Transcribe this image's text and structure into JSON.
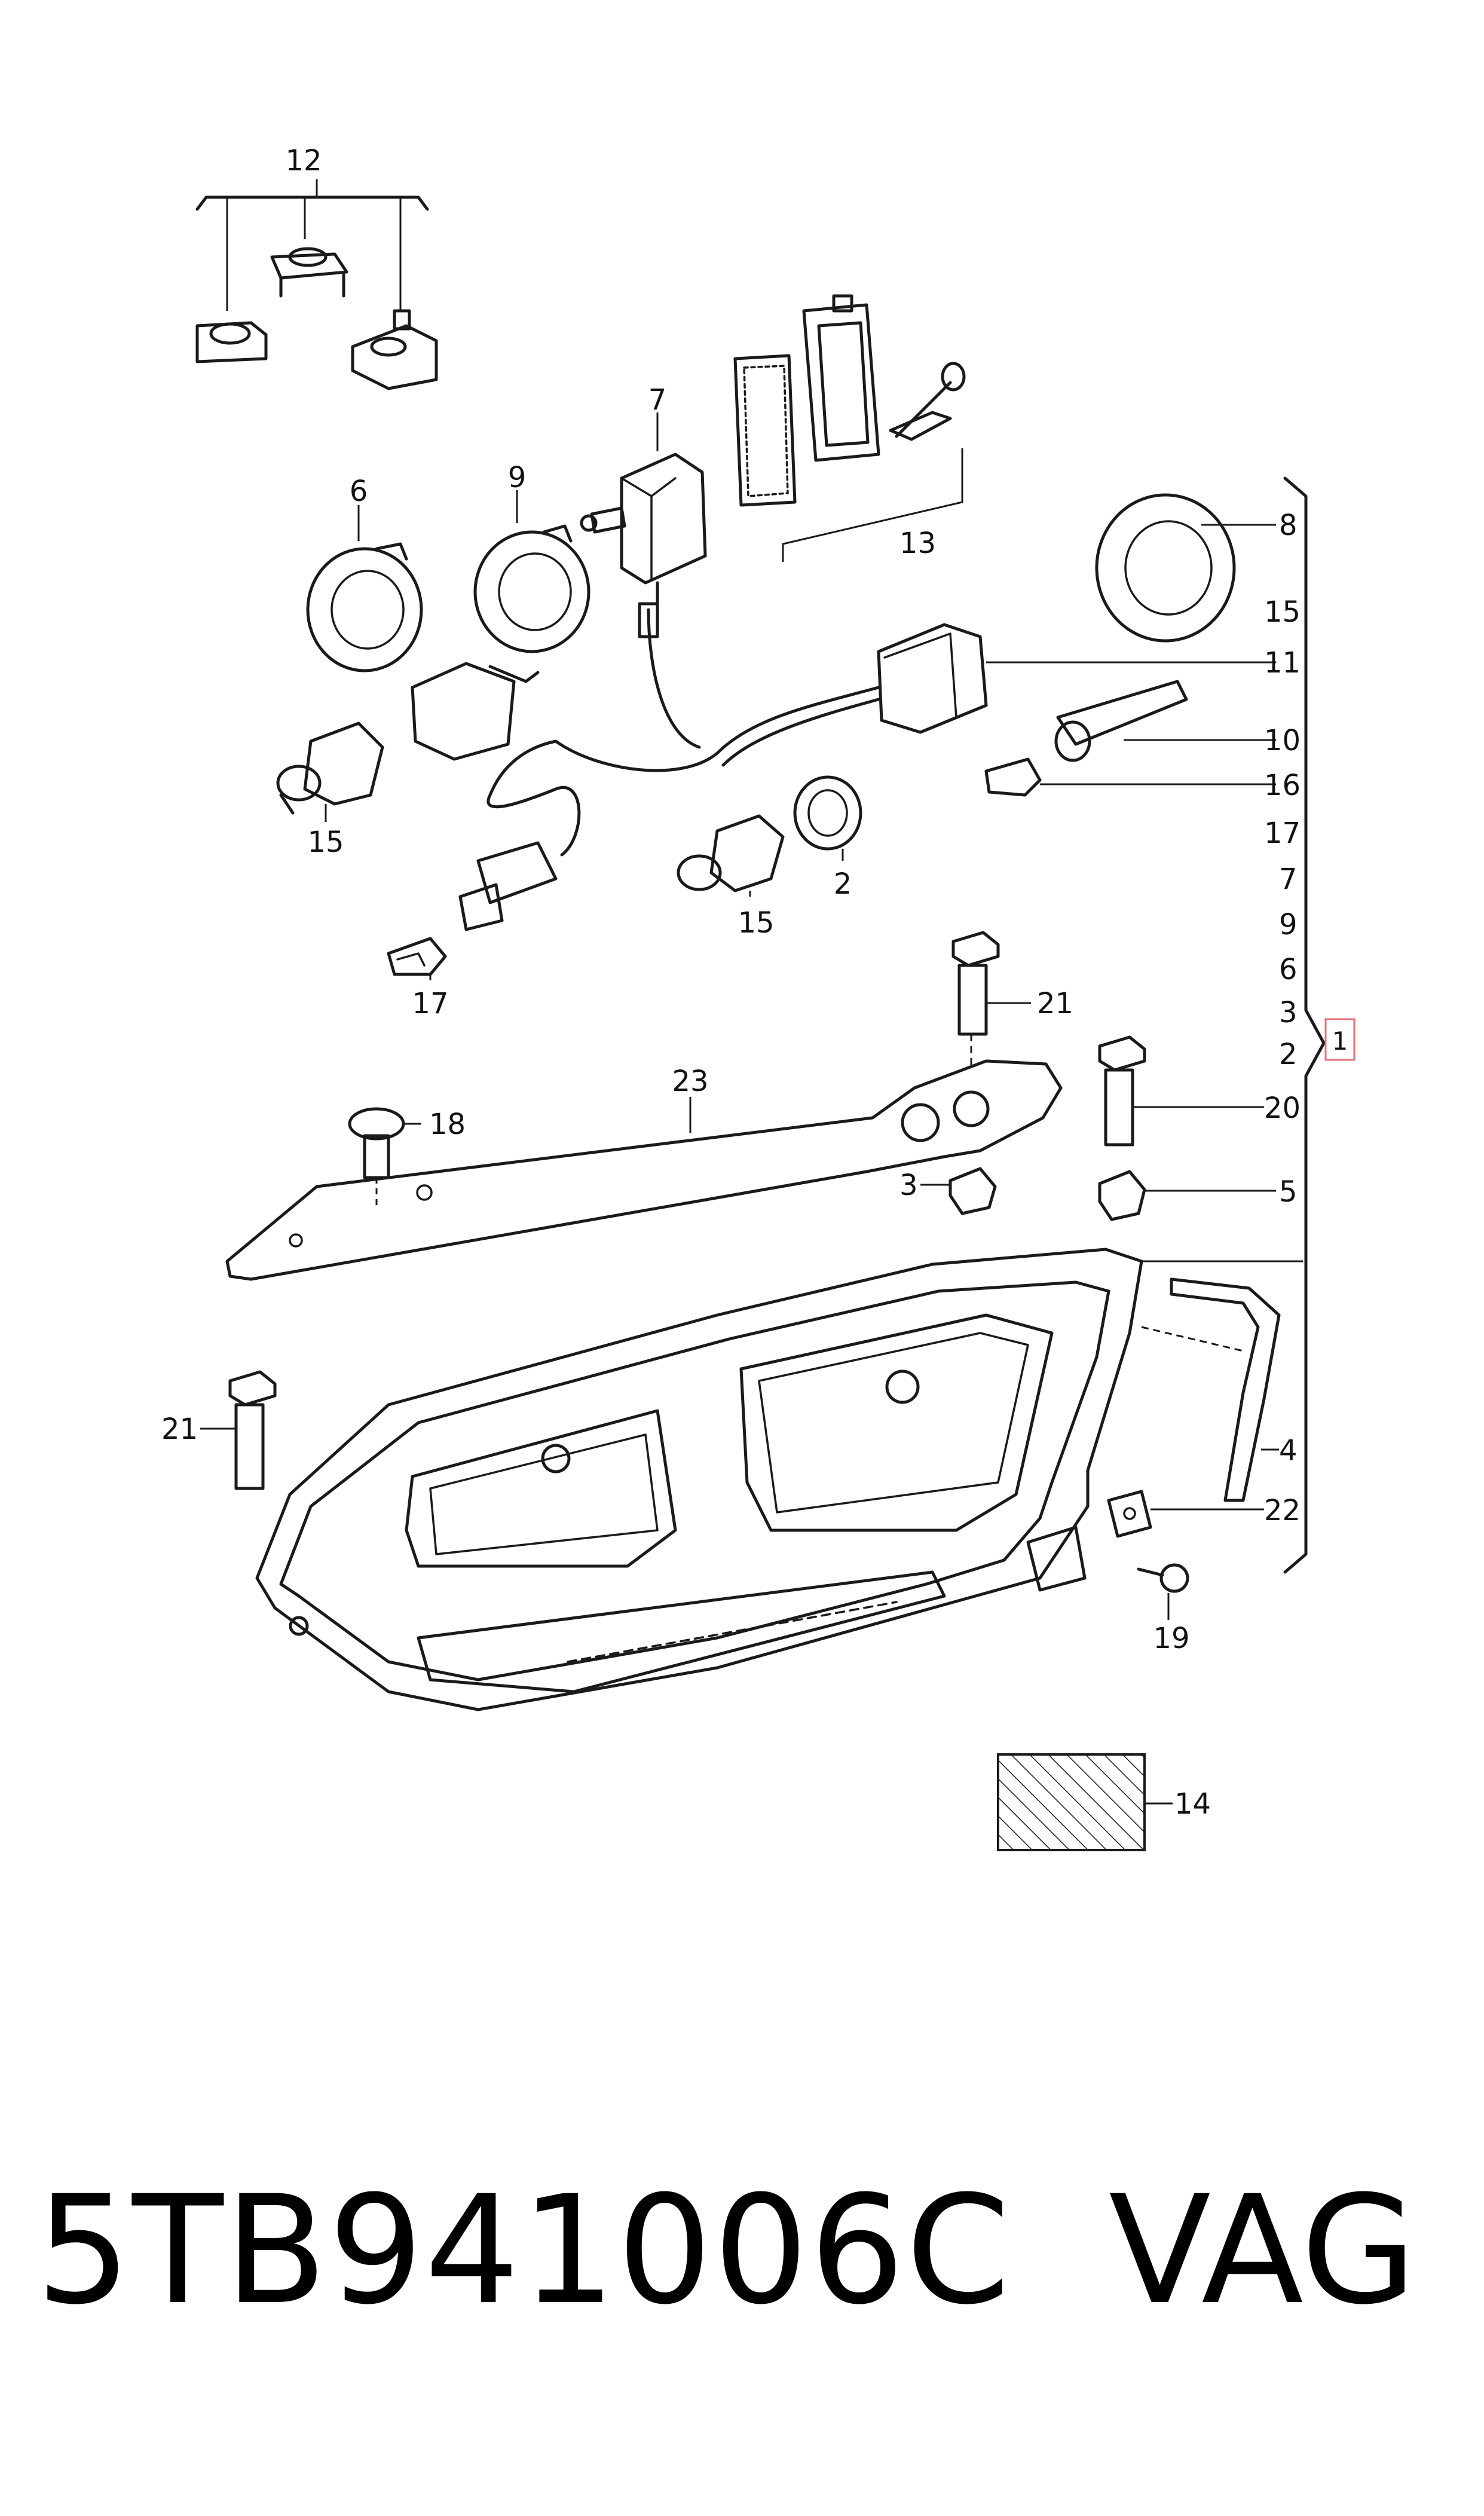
{
  "callouts": {
    "c1": "1",
    "c2": "2",
    "c3": "3",
    "c4": "4",
    "c5": "5",
    "c6": "6",
    "c7": "7",
    "c8": "8",
    "c9": "9",
    "c10": "10",
    "c11": "11",
    "c12": "12",
    "c13": "13",
    "c14": "14",
    "c15": "15",
    "c16": "16",
    "c17": "17",
    "c18": "18",
    "c19": "19",
    "c20": "20",
    "c21": "21",
    "c22": "22",
    "c23": "23"
  },
  "group_list": [
    "15",
    "17",
    "7",
    "9",
    "6",
    "3",
    "2"
  ],
  "accent_color": "#e0707a",
  "footer": {
    "part_number": "5TB941006C",
    "brand": "VAG"
  }
}
